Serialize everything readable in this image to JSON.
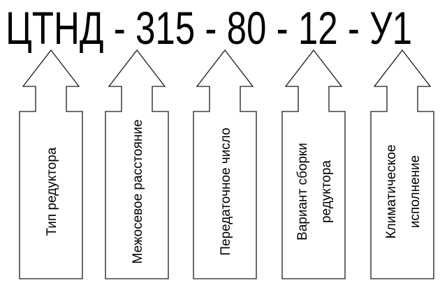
{
  "title": "ЦТНД - 315 - 80 - 12 - У1",
  "labels": [
    {
      "lines": [
        "Тип редуктора"
      ]
    },
    {
      "lines": [
        "Межосевое расстояние"
      ]
    },
    {
      "lines": [
        "Передаточное число"
      ]
    },
    {
      "lines": [
        "Вариант сборки",
        "редуктора"
      ]
    },
    {
      "lines": [
        "Климатическое",
        "исполнение"
      ]
    }
  ]
}
